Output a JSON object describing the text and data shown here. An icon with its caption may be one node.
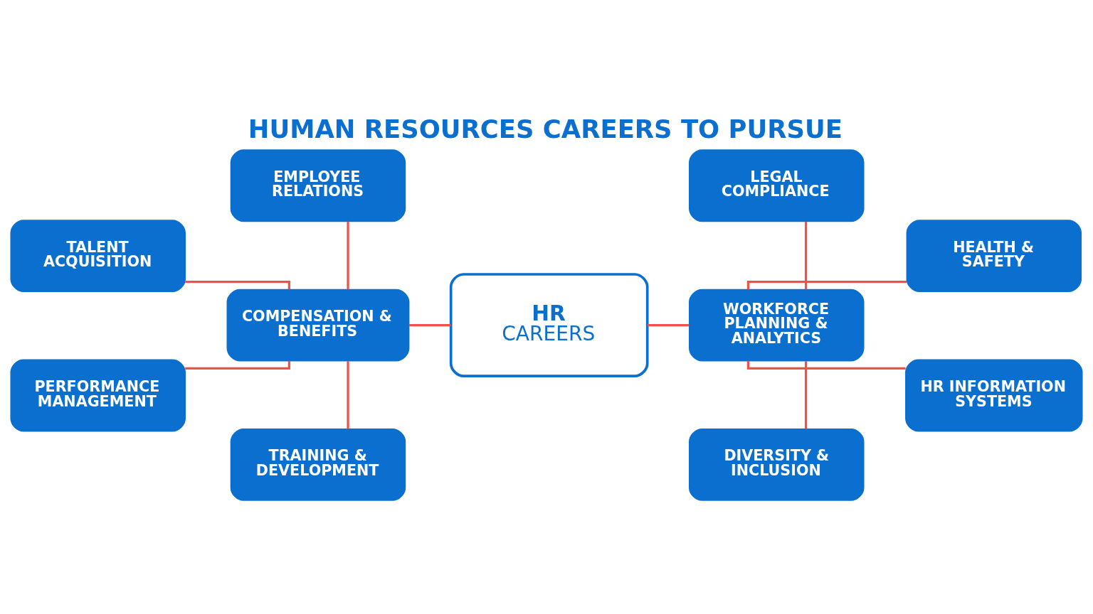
{
  "diagram": {
    "title": "HUMAN RESOURCES CAREERS TO PURSUE",
    "nodes": [
      {
        "text": [
          "TALENT ACQUISITION"
        ]
      },
      {
        "text": [
          "EMPLOYEE RELATIONS"
        ]
      },
      {
        "text": [
          "LEGAL COMPLIANCE"
        ]
      },
      {
        "text": [
          "HEALTH & SAFETY"
        ]
      },
      {
        "text": [
          "COMPENSATION & BENEFITS"
        ]
      },
      {
        "text": [
          "HR",
          "CAREERS"
        ]
      },
      {
        "text": [
          "WORKFORCE PLANNING & ANALYTICS"
        ]
      },
      {
        "text": [
          "PERFORMANCE MANAGEMENT"
        ]
      },
      {
        "text": [
          "TRAINING & DEVELOPMENT"
        ]
      },
      {
        "text": [
          "DIVERSITY & INCLUSION"
        ]
      },
      {
        "text": [
          "HR INFORMATION SYSTEMS"
        ]
      }
    ],
    "edges": [
      {
        "from": 4,
        "to": 5,
        "arrow": "none"
      },
      {
        "from": 5,
        "to": 6,
        "arrow": "none"
      },
      {
        "from": 1,
        "to": 4,
        "arrow": "none"
      },
      {
        "from": 4,
        "to": 8,
        "arrow": "none"
      },
      {
        "from": 2,
        "to": 6,
        "arrow": "none"
      },
      {
        "from": 6,
        "to": 9,
        "arrow": "none"
      },
      {
        "from": 0,
        "to": 4,
        "arrow": "none"
      },
      {
        "from": 7,
        "to": 4,
        "arrow": "none"
      },
      {
        "from": 6,
        "to": 3,
        "arrow": "none"
      },
      {
        "from": 6,
        "to": 10,
        "arrow": "none"
      }
    ]
  }
}
